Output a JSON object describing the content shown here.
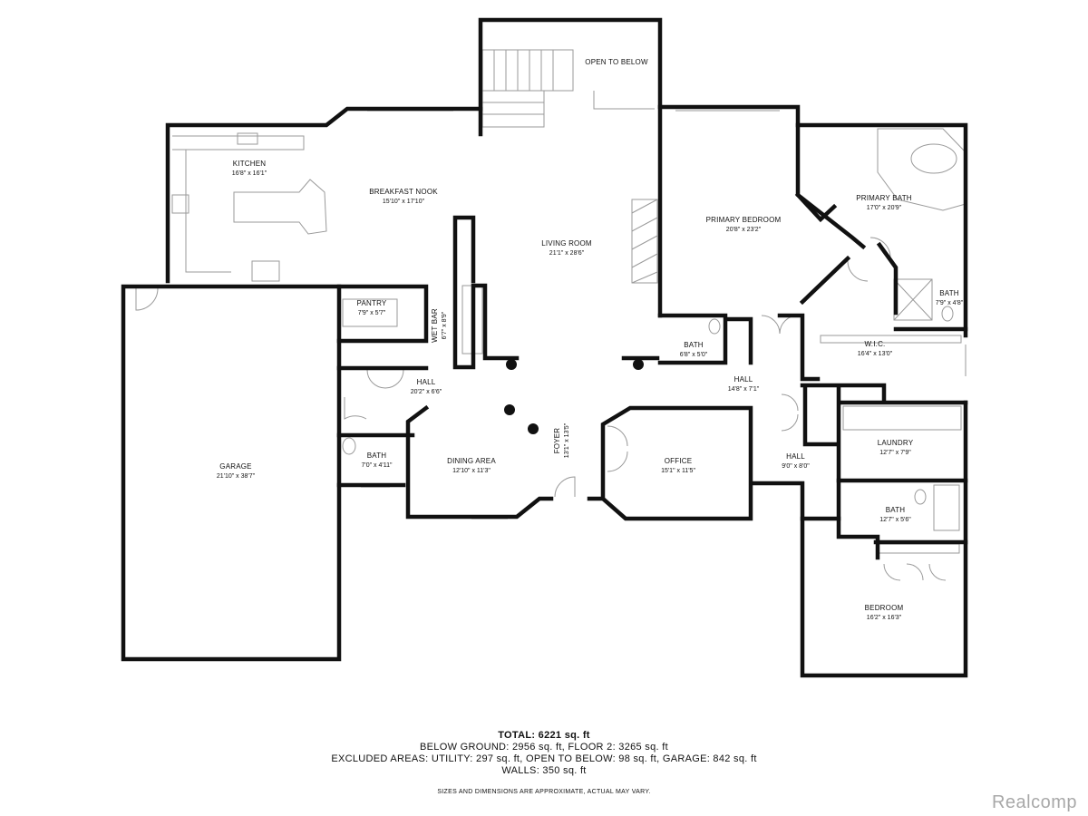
{
  "rooms": [
    {
      "id": "open-to-below",
      "name": "OPEN TO BELOW",
      "dims": ""
    },
    {
      "id": "kitchen",
      "name": "KITCHEN",
      "dims": "16'8\" x 16'1\""
    },
    {
      "id": "breakfast-nook",
      "name": "BREAKFAST NOOK",
      "dims": "15'10\" x 17'10\""
    },
    {
      "id": "living-room",
      "name": "LIVING ROOM",
      "dims": "21'1\" x 28'6\""
    },
    {
      "id": "primary-bedroom",
      "name": "PRIMARY BEDROOM",
      "dims": "20'8\" x 23'2\""
    },
    {
      "id": "primary-bath",
      "name": "PRIMARY BATH",
      "dims": "17'0\" x 20'9\""
    },
    {
      "id": "bath-small",
      "name": "BATH",
      "dims": "7'9\" x 4'8\""
    },
    {
      "id": "pantry",
      "name": "PANTRY",
      "dims": "7'9\" x 5'7\""
    },
    {
      "id": "wet-bar",
      "name": "WET BAR",
      "dims": "6'7\" x 8'9\""
    },
    {
      "id": "bath-center",
      "name": "BATH",
      "dims": "6'8\" x 5'0\""
    },
    {
      "id": "wic",
      "name": "W.I.C.",
      "dims": "16'4\" x 13'0\""
    },
    {
      "id": "hall-west",
      "name": "HALL",
      "dims": "20'2\" x 6'6\""
    },
    {
      "id": "hall-east",
      "name": "HALL",
      "dims": "14'8\" x 7'1\""
    },
    {
      "id": "garage",
      "name": "GARAGE",
      "dims": "21'10\" x 38'7\""
    },
    {
      "id": "bath-west",
      "name": "BATH",
      "dims": "7'0\" x 4'11\""
    },
    {
      "id": "dining-area",
      "name": "DINING AREA",
      "dims": "12'10\" x 11'3\""
    },
    {
      "id": "foyer",
      "name": "FOYER",
      "dims": "13'1\" x 13'5\""
    },
    {
      "id": "office",
      "name": "OFFICE",
      "dims": "15'1\" x 11'5\""
    },
    {
      "id": "hall-south",
      "name": "HALL",
      "dims": "9'0\" x 8'0\""
    },
    {
      "id": "laundry",
      "name": "LAUNDRY",
      "dims": "12'7\" x 7'9\""
    },
    {
      "id": "bath-east",
      "name": "BATH",
      "dims": "12'7\" x 5'6\""
    },
    {
      "id": "bedroom",
      "name": "BEDROOM",
      "dims": "16'2\" x 16'3\""
    }
  ],
  "summary": {
    "total": "TOTAL: 6221 sq. ft",
    "line2": "BELOW GROUND: 2956 sq. ft, FLOOR 2: 3265 sq. ft",
    "line3": "EXCLUDED AREAS: UTILITY: 297 sq. ft, OPEN TO BELOW: 98 sq. ft, GARAGE: 842 sq. ft",
    "line4": "WALLS: 350 sq. ft"
  },
  "disclaimer": "SIZES AND DIMENSIONS ARE APPROXIMATE, ACTUAL MAY VARY.",
  "logo": "Realcomp",
  "colors": {
    "wall": "#111111",
    "fixture": "#9a9a9a",
    "logo": "#a8a8a8"
  }
}
